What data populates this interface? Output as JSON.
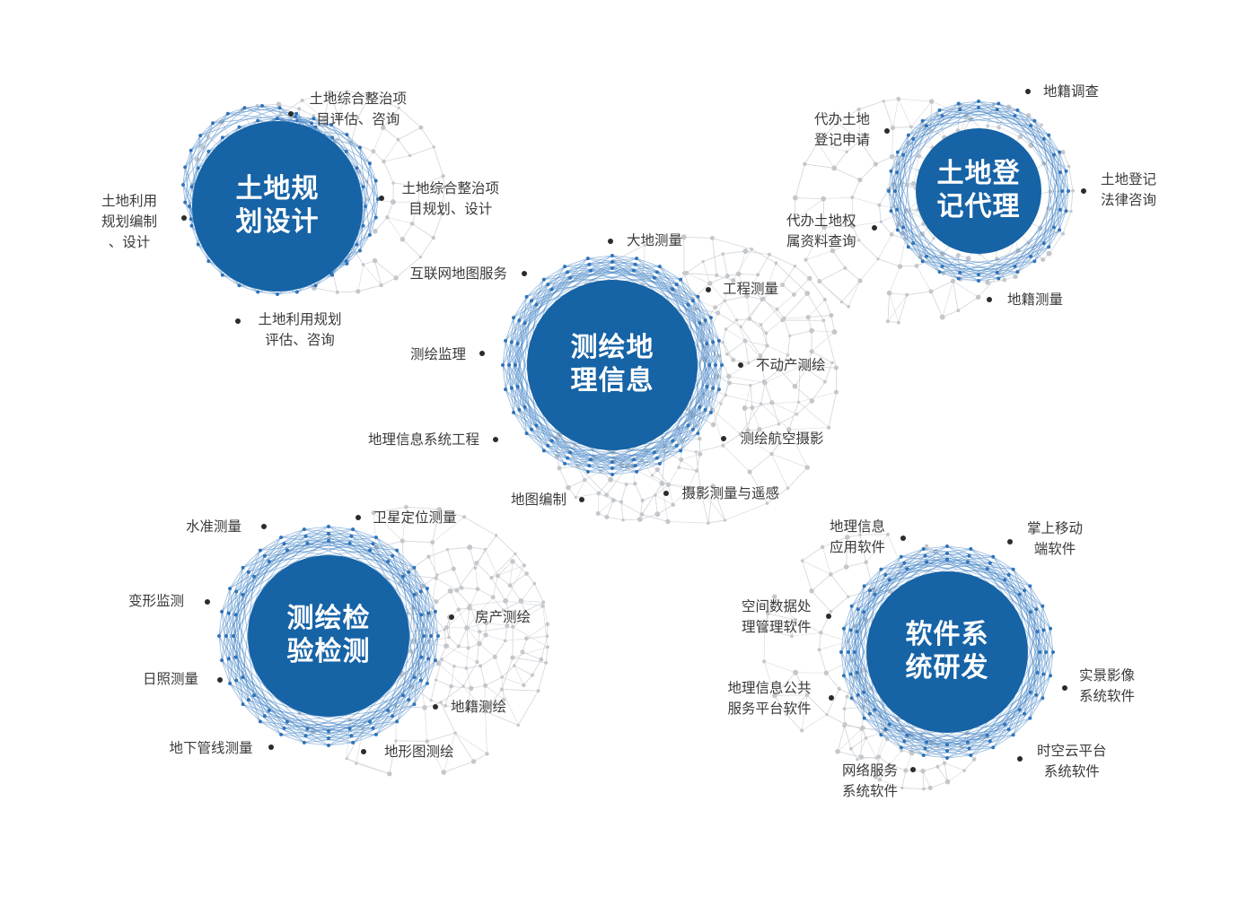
{
  "colors": {
    "hub": "#1663a6",
    "ring": "#3b7fc4",
    "mesh": "#cfd2d6",
    "text": "#3a3a3a"
  },
  "hubs": [
    {
      "id": "land-planning",
      "text": "土地规\n划设计",
      "labels": [
        "土地综合整治项\n目评估、咨询",
        "土地综合整治项\n目规划、设计",
        "土地利用\n规划编制\n、设计",
        "土地利用规划\n评估、咨询"
      ]
    },
    {
      "id": "surveying",
      "text": "测绘地\n理信息",
      "labels": [
        "大地测量",
        "工程测量",
        "互联网地图服务",
        "测绘监理",
        "不动产测绘",
        "地理信息系统工程",
        "测绘航空摄影",
        "地图编制",
        "摄影测量与遥感"
      ]
    },
    {
      "id": "land-registration",
      "text": "土地登\n记代理",
      "labels": [
        "地籍调查",
        "代办土地\n登记申请",
        "土地登记\n法律咨询",
        "代办土地权\n属资料查询",
        "地籍测量"
      ]
    },
    {
      "id": "inspection",
      "text": "测绘检\n验检测",
      "labels": [
        "水准测量",
        "卫星定位测量",
        "变形监测",
        "房产测绘",
        "日照测量",
        "地籍测绘",
        "地下管线测量",
        "地形图测绘"
      ]
    },
    {
      "id": "software",
      "text": "软件系\n统研发",
      "labels": [
        "地理信息\n应用软件",
        "掌上移动\n端软件",
        "空间数据处\n理管理软件",
        "实景影像\n系统软件",
        "地理信息公共\n服务平台软件",
        "时空云平台\n系统软件",
        "网络服务\n系统软件"
      ]
    }
  ]
}
